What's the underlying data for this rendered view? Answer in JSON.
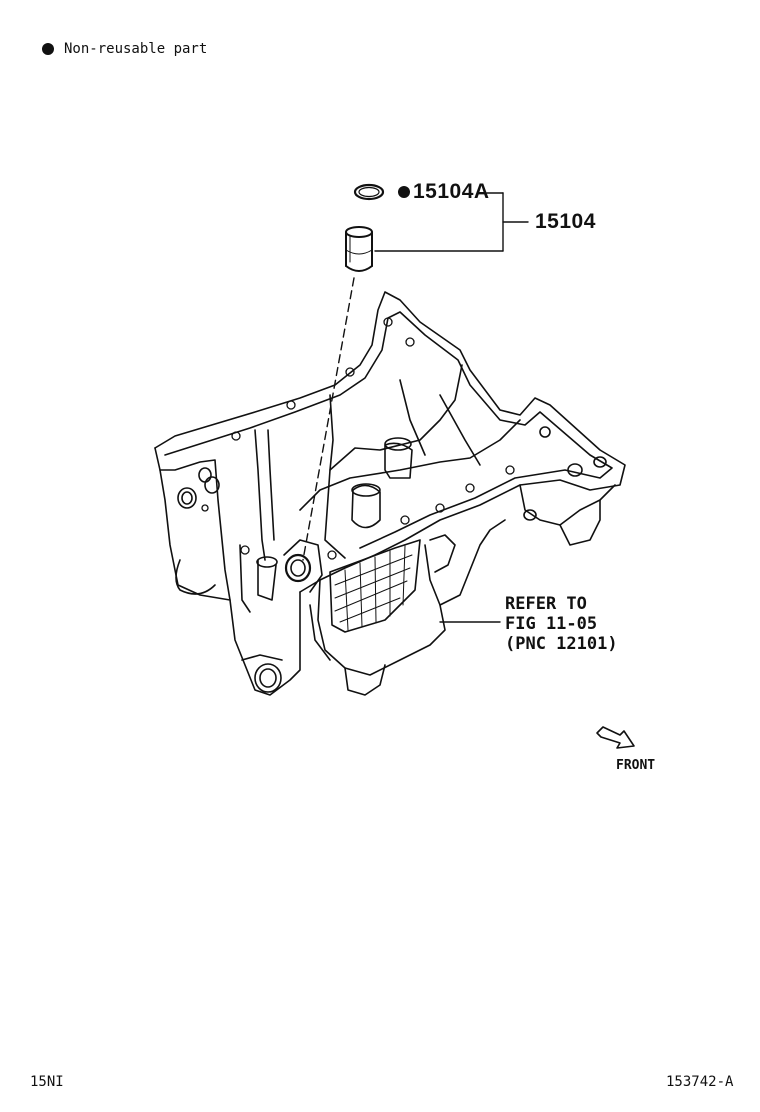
{
  "legend": {
    "text": "Non-reusable part"
  },
  "parts": {
    "gasket_label": "15104A",
    "cap_label": "15104"
  },
  "reference": {
    "line1": "REFER TO",
    "line2": "FIG 11-05",
    "line3": "(PNC 12101)"
  },
  "direction": {
    "label": "FRONT"
  },
  "footer": {
    "left_code": "15NI",
    "right_code": "153742-A"
  }
}
